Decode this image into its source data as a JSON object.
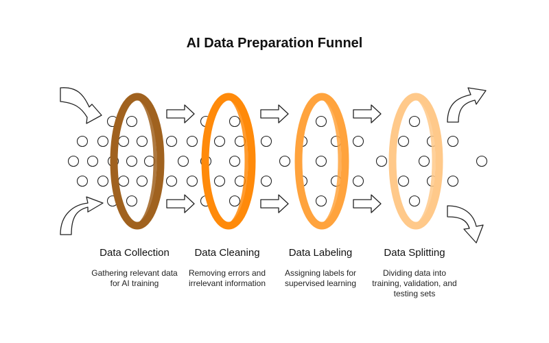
{
  "title": "AI Data Preparation Funnel",
  "colors": {
    "stroke": "#222222",
    "ring_collection": "#A0621F",
    "ring_cleaning": "#FF8A0A",
    "ring_labeling": "#FFA33D",
    "ring_splitting": "#FFC98A"
  },
  "icons": [
    "curved-arrow-in-icon",
    "right-arrow-icon",
    "curved-arrow-out-icon",
    "particle-circle-icon",
    "ring-filter-icon"
  ],
  "stages": [
    {
      "name": "Data Collection",
      "description": "Gathering relevant data for AI training",
      "color_key": "ring_collection"
    },
    {
      "name": "Data Cleaning",
      "description": "Removing errors and irrelevant information",
      "color_key": "ring_cleaning"
    },
    {
      "name": "Data Labeling",
      "description": "Assigning labels for supervised learning",
      "color_key": "ring_labeling"
    },
    {
      "name": "Data Splitting",
      "description": "Dividing data into training, validation, and testing sets",
      "color_key": "ring_splitting"
    }
  ]
}
